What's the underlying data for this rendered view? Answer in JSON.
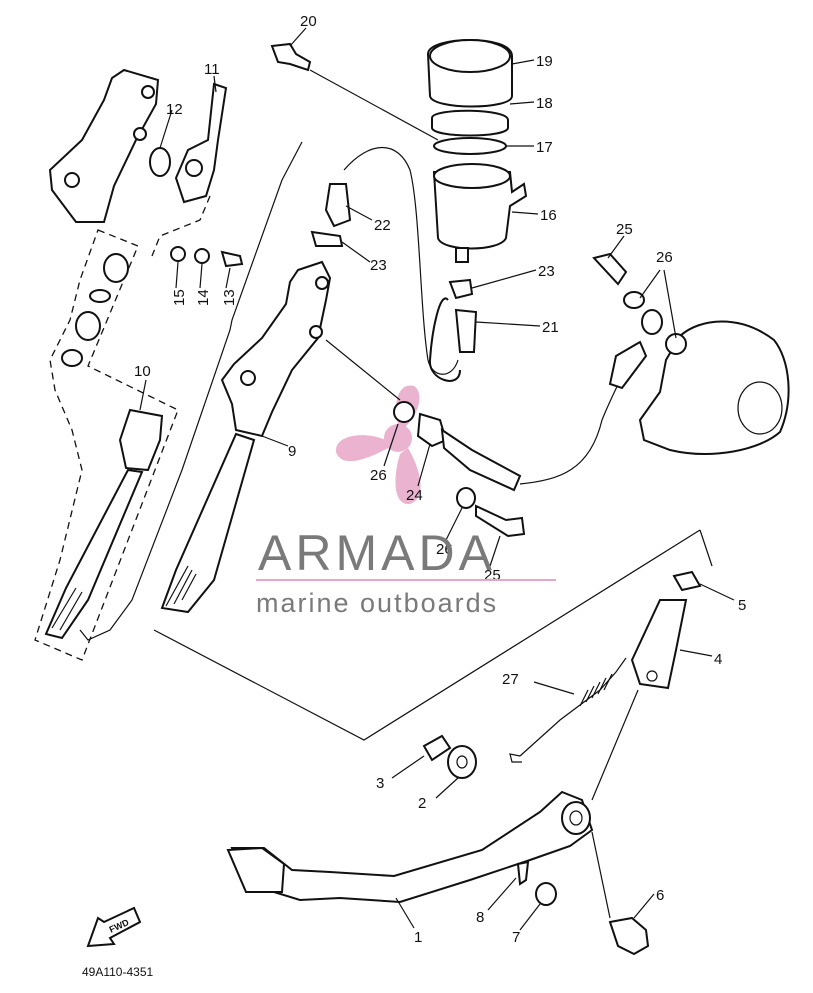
{
  "diagram": {
    "callouts": [
      "1",
      "2",
      "3",
      "4",
      "5",
      "6",
      "7",
      "8",
      "9",
      "10",
      "11",
      "12",
      "13",
      "14",
      "15",
      "16",
      "17",
      "18",
      "19",
      "20",
      "21",
      "22",
      "23",
      "23",
      "24",
      "25",
      "25",
      "26",
      "26",
      "26",
      "27"
    ],
    "drawing_code": "49A110-4351",
    "fwd_label": "FWD"
  },
  "watermark": {
    "brand": "ARMADA",
    "tagline": "marine outboards",
    "accent_color": "#e7a6c8"
  }
}
